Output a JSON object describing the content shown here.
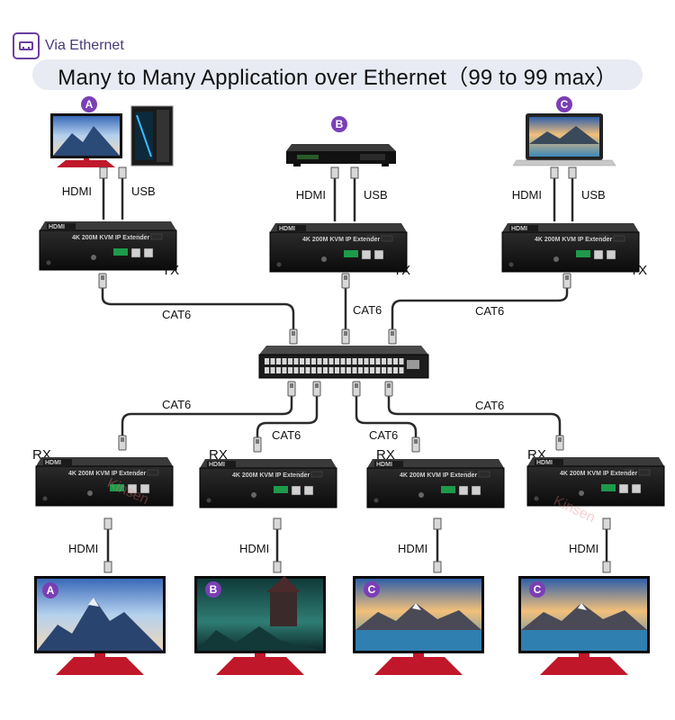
{
  "header": {
    "tag": "Via Ethernet",
    "title": "Many to Many Application over Ethernet（99 to 99 max）"
  },
  "sources": [
    {
      "badge": "A",
      "device": "monitor-and-pc",
      "left_cable": "HDMI",
      "right_cable": "USB",
      "role": "TX"
    },
    {
      "badge": "B",
      "device": "set-top-box",
      "left_cable": "HDMI",
      "right_cable": "USB",
      "role": "TX"
    },
    {
      "badge": "C",
      "device": "laptop",
      "left_cable": "HDMI",
      "right_cable": "USB",
      "role": "TX"
    }
  ],
  "extender_label": "4K 200M KVM IP Extender",
  "extender_brand": "HDMI",
  "watermark": "Kinsen",
  "uplink_cables": [
    "CAT6",
    "CAT6",
    "CAT6"
  ],
  "downlink_cables": [
    "CAT6",
    "CAT6",
    "CAT6",
    "CAT6"
  ],
  "receivers": [
    {
      "role": "RX",
      "cable": "HDMI",
      "badge": "A",
      "scene": "mountain"
    },
    {
      "role": "RX",
      "cable": "HDMI",
      "badge": "B",
      "scene": "forest"
    },
    {
      "role": "RX",
      "cable": "HDMI",
      "badge": "C",
      "scene": "lake"
    },
    {
      "role": "RX",
      "cable": "HDMI",
      "badge": "C",
      "scene": "lake"
    }
  ],
  "colors": {
    "badge": "#7b3fb5",
    "header_bg": "#e8ebf3",
    "tag_icon": "#6a3fa0",
    "stand": "#c0182a"
  }
}
